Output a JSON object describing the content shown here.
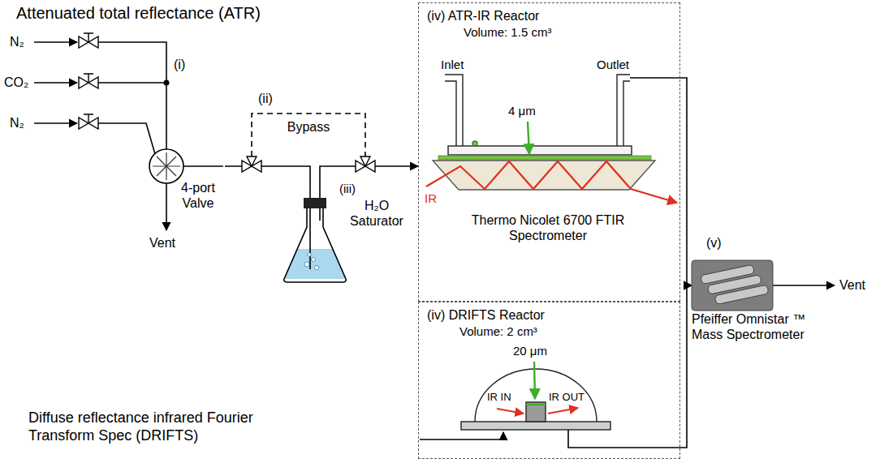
{
  "diagram": {
    "nodes": [
      {
        "text": [
          "4-port Valve"
        ]
      },
      {
        "text": [
          "(iii)",
          "H₂O Saturator"
        ]
      },
      {
        "text": [
          "(iv) ATR-IR Reactor",
          "Volume: 1.5 cm³"
        ]
      },
      {
        "text": [
          "(iv) DRIFTS Reactor",
          "Volume: 2 cm³"
        ]
      },
      {
        "text": [
          "(v)",
          "Pfeiffer Omnistar ™ Mass Spectrometer"
        ]
      }
    ],
    "edges": [
      {
        "from": 0,
        "to": 1,
        "arrow": "none"
      },
      {
        "from": 1,
        "to": 2,
        "arrow": "to"
      },
      {
        "from": 2,
        "to": 4,
        "arrow": "to"
      },
      {
        "from": 3,
        "to": 4,
        "arrow": "to"
      }
    ],
    "labels": [
      "Attenuated total reflectance (ATR)",
      "N₂",
      "CO₂",
      "N₂",
      "(i)",
      "Vent",
      "(ii)",
      "Bypass",
      "Inlet",
      "Outlet",
      "4 μm",
      "IR",
      "Thermo Nicolet 6700 FTIR Spectrometer",
      "20 μm",
      "IR IN",
      "IR OUT",
      "Vent",
      "Diffuse reflectance infrared Fourier Transform Spec (DRIFTS)"
    ]
  }
}
